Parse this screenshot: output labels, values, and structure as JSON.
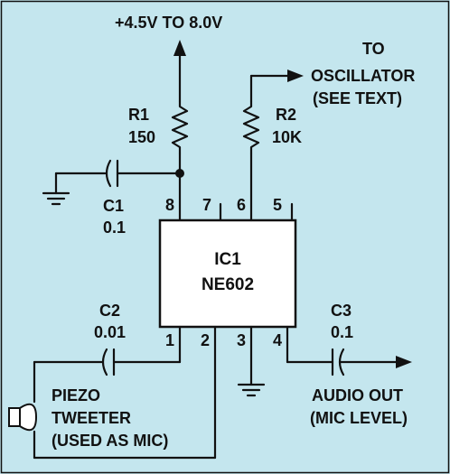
{
  "colors": {
    "background": "#c4e6ee",
    "ink": "#111111",
    "chip": "#ffffff"
  },
  "supply": {
    "label": "+4.5V TO 8.0V"
  },
  "oscillator": {
    "line1": "TO",
    "line2": "OSCILLATOR",
    "line3": "(SEE TEXT)"
  },
  "r1": {
    "ref": "R1",
    "value": "150"
  },
  "r2": {
    "ref": "R2",
    "value": "10K"
  },
  "c1": {
    "ref": "C1",
    "value": "0.1"
  },
  "c2": {
    "ref": "C2",
    "value": "0.01"
  },
  "c3": {
    "ref": "C3",
    "value": "0.1"
  },
  "ic": {
    "ref": "IC1",
    "part": "NE602"
  },
  "pins": {
    "p1": "1",
    "p2": "2",
    "p3": "3",
    "p4": "4",
    "p5": "5",
    "p6": "6",
    "p7": "7",
    "p8": "8"
  },
  "piezo": {
    "line1": "PIEZO",
    "line2": "TWEETER",
    "line3": "(USED AS MIC)"
  },
  "audio": {
    "line1": "AUDIO OUT",
    "line2": "(MIC LEVEL)"
  },
  "icons": {
    "ground": "ground-symbol-icon",
    "speaker": "piezo-tweeter-icon",
    "arrow": "arrow-icon"
  }
}
